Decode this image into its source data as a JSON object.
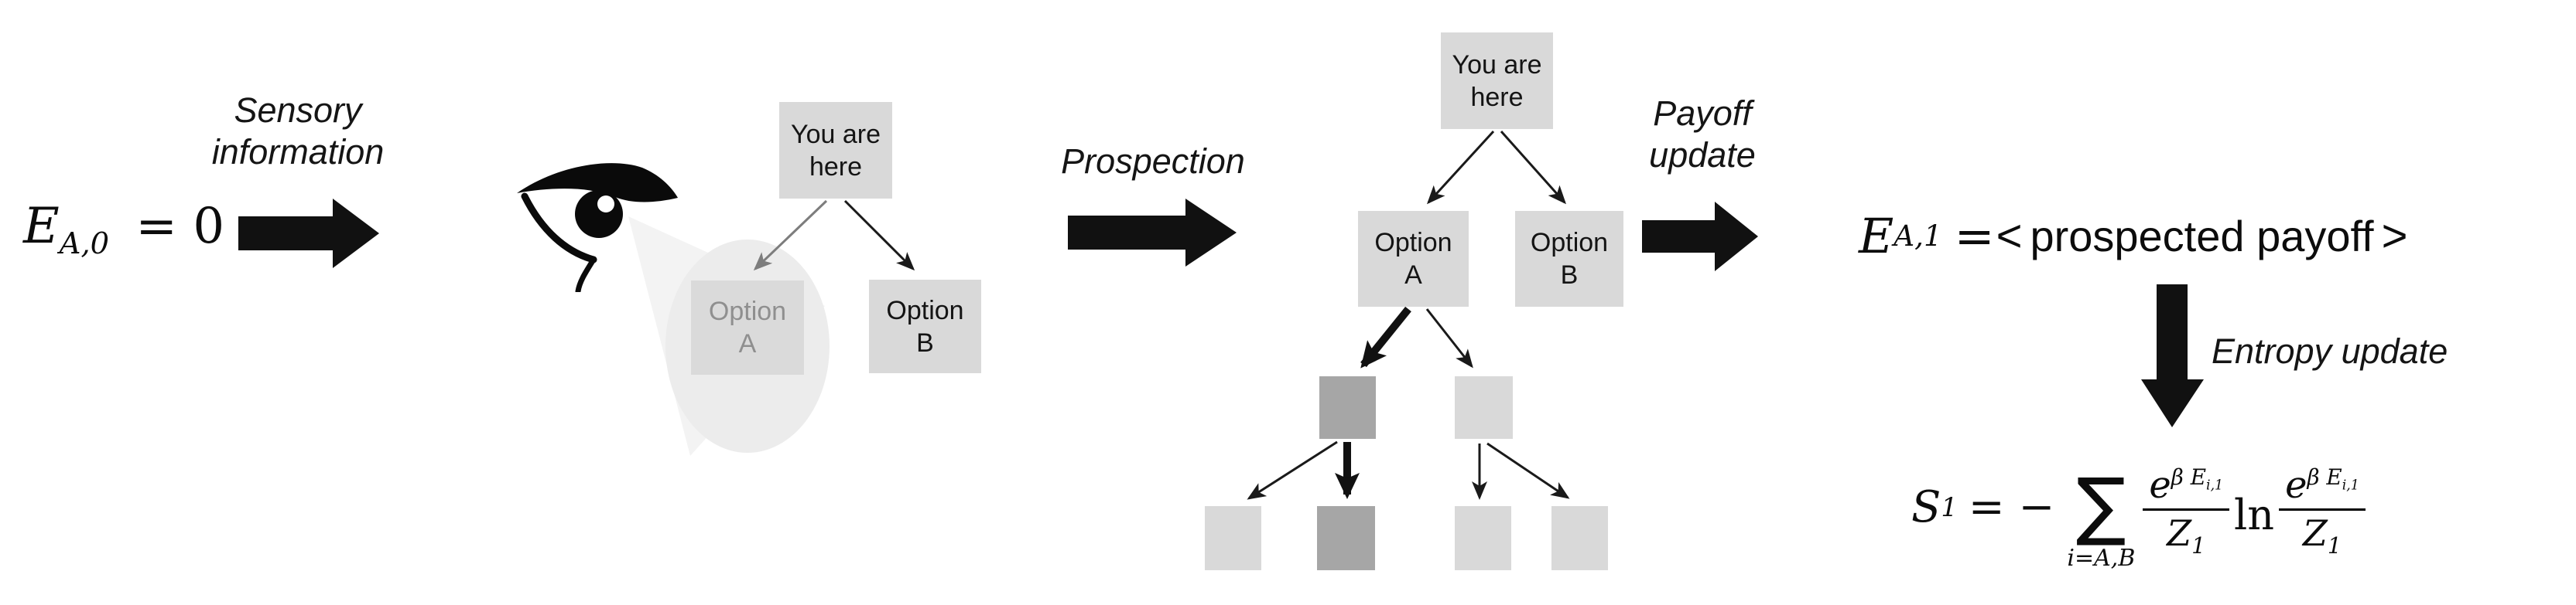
{
  "initial_formula": {
    "base": "E",
    "sub": "A,0",
    "rhs": "= 0"
  },
  "labels": {
    "sensory_line1": "Sensory",
    "sensory_line2": "information",
    "prospection": "Prospection",
    "payoff_line1": "Payoff",
    "payoff_line2": "update",
    "entropy": "Entropy update"
  },
  "tree_observed": {
    "root_line1": "You are",
    "root_line2": "here",
    "option_a_line1": "Option",
    "option_a_line2": "A",
    "option_b_line1": "Option",
    "option_b_line2": "B"
  },
  "tree_prospection": {
    "root_line1": "You are",
    "root_line2": "here",
    "option_a_line1": "Option",
    "option_a_line2": "A",
    "option_b_line1": "Option",
    "option_b_line2": "B"
  },
  "payoff_formula": {
    "base": "E",
    "sub": "A,1",
    "equals": "=",
    "open_bracket": "<",
    "value": "prospected payoff",
    "close_bracket": ">"
  },
  "entropy_formula": {
    "lhs": "S",
    "lhs_sub": "1",
    "equals_minus": "= −",
    "sum_symbol": "∑",
    "sum_limits": "i=A,B",
    "num_base": "e",
    "num_exp": "β E",
    "num_exp_sub": "i,1",
    "den_base": "Z",
    "den_sub": "1",
    "log": "ln"
  },
  "icons": {
    "eye": "eye-icon",
    "spotlight": "attention-spotlight"
  },
  "colors": {
    "node_light": "#d9d9d9",
    "node_dark": "#a6a6a6",
    "dimmed_text": "#8f8f8f",
    "arrow_black": "#111111",
    "arrow_gray": "#808080",
    "spotlight_ellipse": "#ececec",
    "spotlight_cone": "#f3f3f3",
    "background": "#ffffff"
  }
}
